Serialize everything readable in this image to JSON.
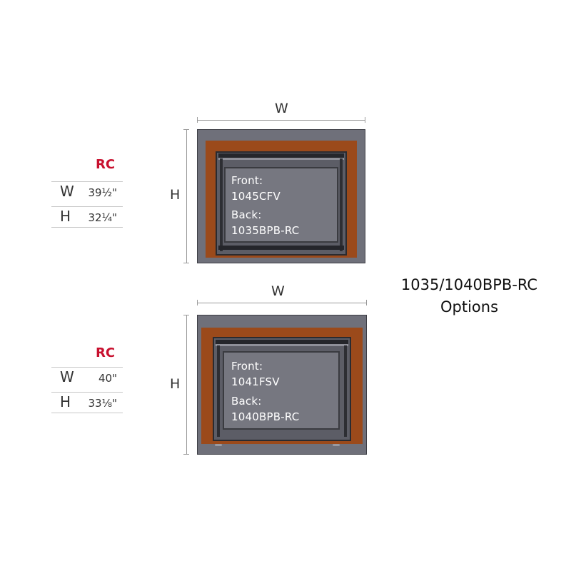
{
  "diagram_title": [
    "1035/1040BPB-RC",
    "Options"
  ],
  "units": [
    {
      "width_label": "W",
      "height_label": "H",
      "front_label": "Front:",
      "front_model": "1045CFV",
      "back_label": "Back:",
      "back_model": "1035BPB-RC",
      "rc": {
        "heading": "RC",
        "rows": [
          {
            "key": "W",
            "value": "39½\""
          },
          {
            "key": "H",
            "value": "32¼\""
          }
        ]
      }
    },
    {
      "width_label": "W",
      "height_label": "H",
      "front_label": "Front:",
      "front_model": "1041FSV",
      "back_label": "Back:",
      "back_model": "1040BPB-RC",
      "rc": {
        "heading": "RC",
        "rows": [
          {
            "key": "W",
            "value": "40\""
          },
          {
            "key": "H",
            "value": "33⅛\""
          }
        ]
      }
    }
  ],
  "colors": {
    "surround_border": "#9b4a1b",
    "rc_heading": "#c8102e",
    "frame_gray": "#6f707a"
  }
}
